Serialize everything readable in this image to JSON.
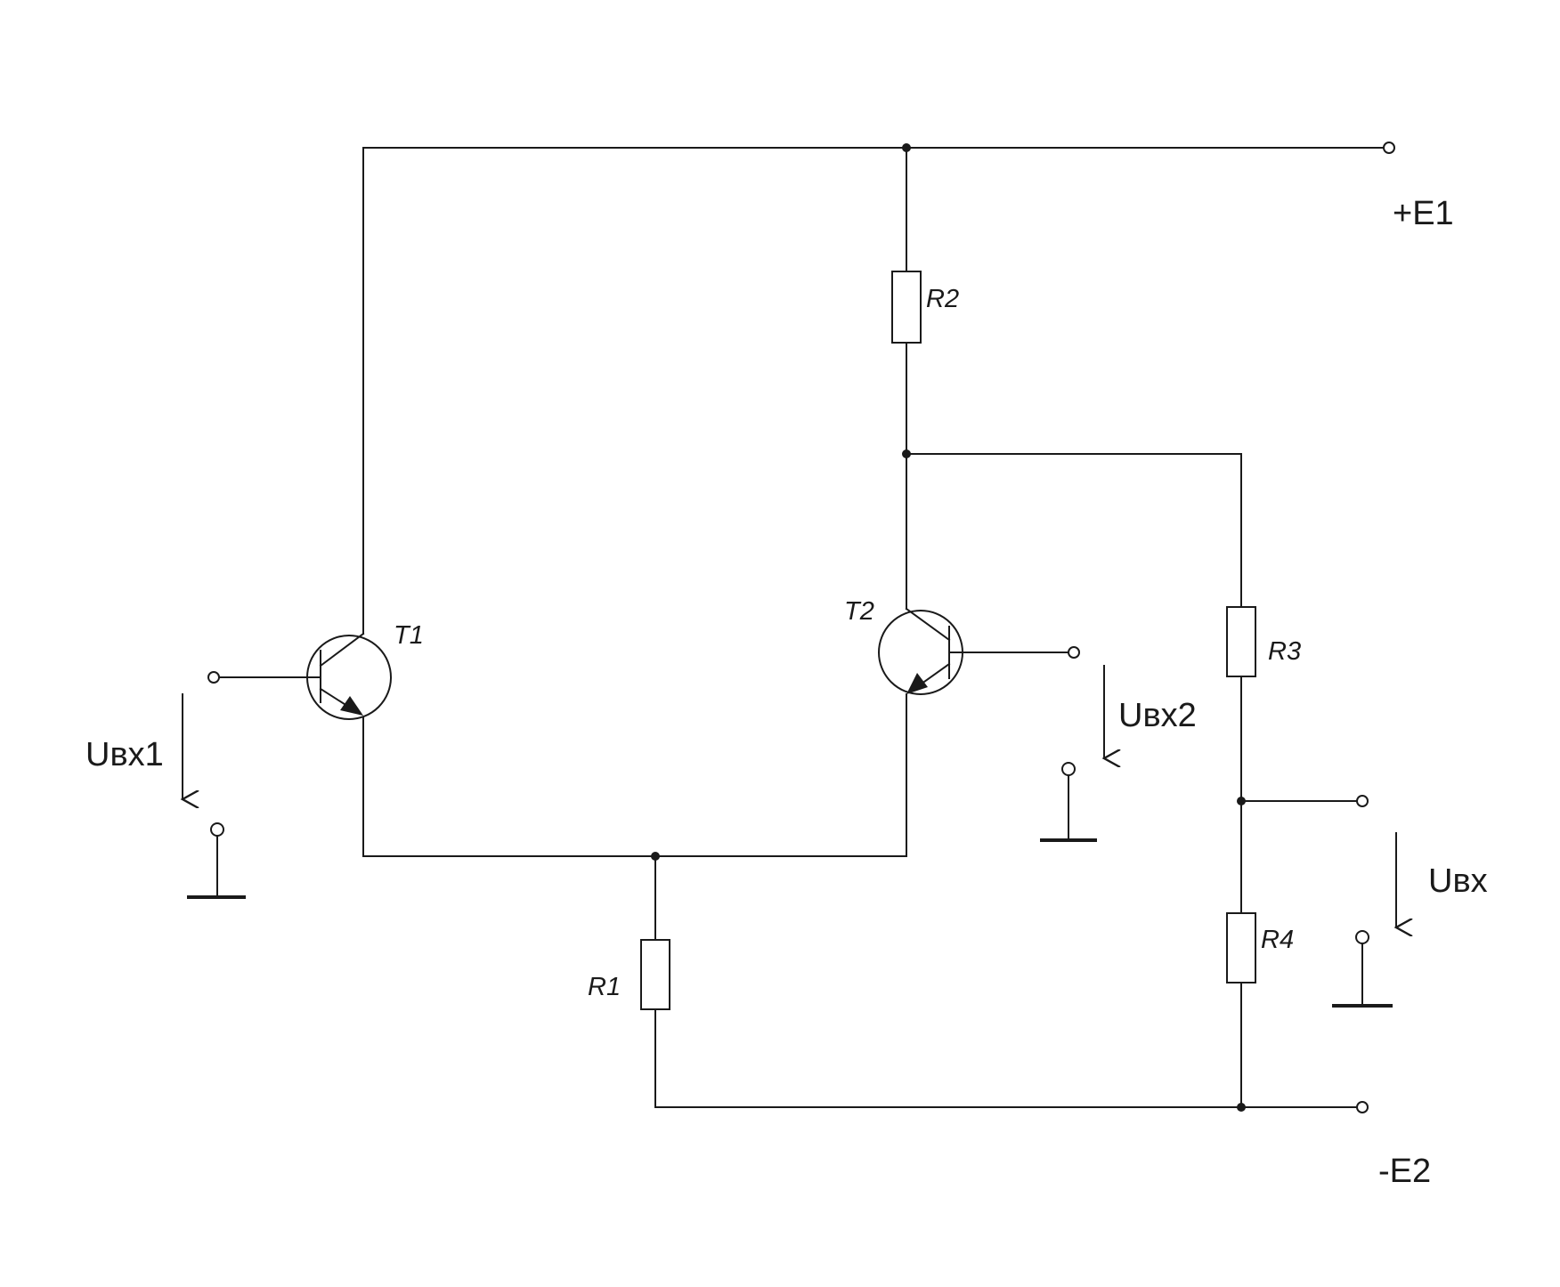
{
  "labels": {
    "supply_pos": "+E1",
    "supply_neg": "-E2",
    "r1": "R1",
    "r2": "R2",
    "r3": "R3",
    "r4": "R4",
    "t1": "T1",
    "t2": "T2",
    "uin1": "Uвх1",
    "uin2": "Uвх2",
    "uin": "Uвх"
  }
}
